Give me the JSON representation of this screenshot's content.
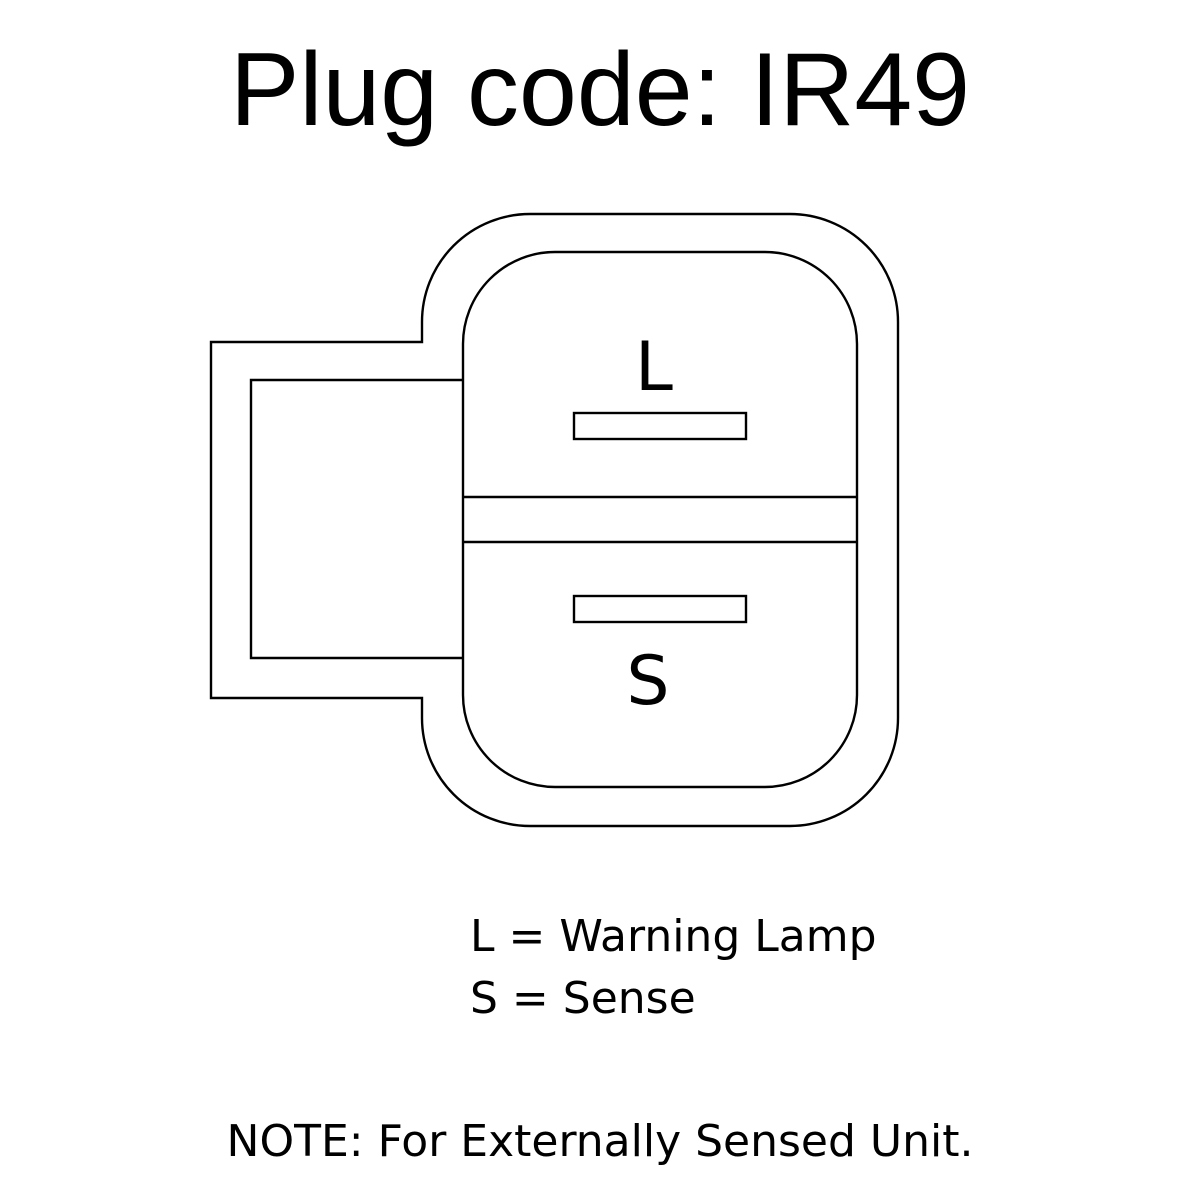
{
  "title": "Plug code: IR49",
  "pins": {
    "top_label": "L",
    "bottom_label": "S"
  },
  "legend": [
    "L = Warning Lamp",
    "S = Sense"
  ],
  "note": "NOTE: For Externally Sensed Unit.",
  "colors": {
    "stroke": "#000000",
    "background": "#ffffff"
  }
}
